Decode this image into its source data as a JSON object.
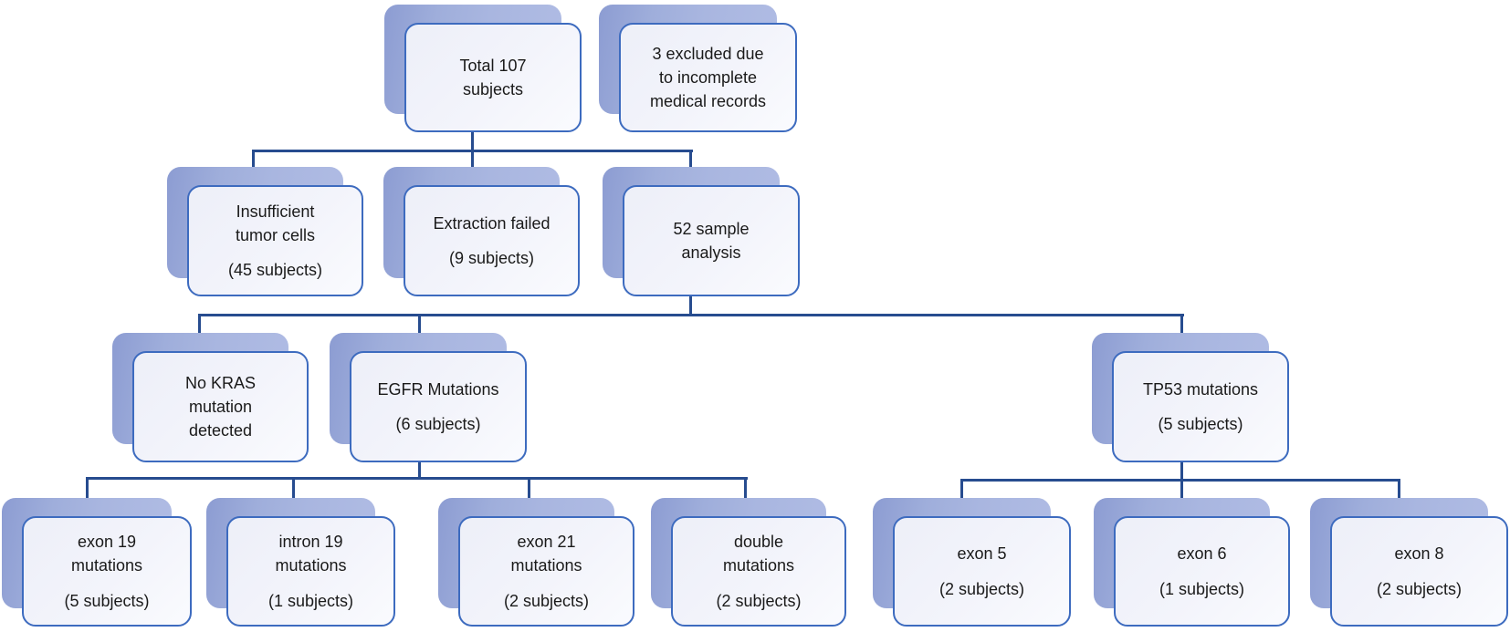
{
  "diagram": {
    "type": "flowchart",
    "nodes": {
      "total": {
        "label": "Total 107\nsubjects",
        "sublabel": ""
      },
      "excluded": {
        "label": "3 excluded due\nto incomplete\nmedical records",
        "sublabel": ""
      },
      "insufficient": {
        "label": "Insufficient\ntumor cells",
        "sublabel": "(45 subjects)"
      },
      "extraction": {
        "label": "Extraction failed",
        "sublabel": "(9 subjects)"
      },
      "sample52": {
        "label": "52 sample\nanalysis",
        "sublabel": ""
      },
      "nokras": {
        "label": "No KRAS\nmutation\ndetected",
        "sublabel": ""
      },
      "egfr": {
        "label": "EGFR Mutations",
        "sublabel": "(6 subjects)"
      },
      "tp53": {
        "label": "TP53 mutations",
        "sublabel": "(5 subjects)"
      },
      "exon19": {
        "label": "exon 19\nmutations",
        "sublabel": "(5 subjects)"
      },
      "intron19": {
        "label": "intron 19\nmutations",
        "sublabel": "(1 subjects)"
      },
      "exon21": {
        "label": "exon 21\nmutations",
        "sublabel": "(2 subjects)"
      },
      "double": {
        "label": "double\nmutations",
        "sublabel": "(2 subjects)"
      },
      "exon5": {
        "label": "exon 5",
        "sublabel": "(2 subjects)"
      },
      "exon6": {
        "label": "exon 6",
        "sublabel": "(1 subjects)"
      },
      "exon8": {
        "label": "exon 8",
        "sublabel": "(2 subjects)"
      }
    },
    "edges": [
      {
        "from": "total",
        "to": [
          "insufficient",
          "extraction",
          "sample52"
        ]
      },
      {
        "from": "sample52",
        "to": [
          "nokras",
          "egfr",
          "tp53"
        ]
      },
      {
        "from": "egfr",
        "to": [
          "exon19",
          "intron19",
          "exon21",
          "double"
        ]
      },
      {
        "from": "tp53",
        "to": [
          "exon5",
          "exon6",
          "exon8"
        ]
      }
    ],
    "colors": {
      "connector": "#274C8F",
      "box_border": "#3D6BBF",
      "box_fill": "#F2F4FA",
      "shadow_dark": "#8C9CD2",
      "shadow_light": "#B0BCE4",
      "text": "#1A1A1A",
      "background": "#FFFFFF"
    }
  }
}
